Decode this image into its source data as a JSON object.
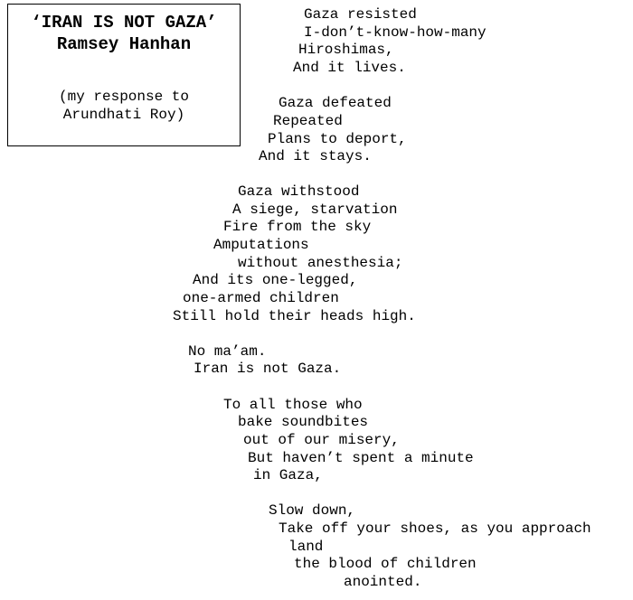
{
  "title_box": {
    "title": "‘IRAN IS NOT GAZA’",
    "author": "Ramsey Hanhan",
    "subtitle_line1": "(my response to",
    "subtitle_line2": "Arundhati Roy)"
  },
  "poem": {
    "lines": [
      "Gaza resisted",
      "I-don’t-know-how-many",
      "Hiroshimas,",
      "And it lives.",
      "Gaza defeated",
      "Repeated",
      "Plans to deport,",
      "And it stays.",
      "Gaza withstood",
      "A siege, starvation",
      "Fire from the sky",
      "Amputations",
      "without anesthesia;",
      "And its one-legged,",
      "one-armed children",
      "Still hold their heads high.",
      "No ma’am.",
      "Iran is not Gaza.",
      "To all those who",
      "bake soundbites",
      "out of our misery,",
      "But haven’t spent a minute",
      "in Gaza,",
      "Slow down,",
      "Take off your shoes, as you approach",
      "land",
      "the blood of children",
      "anointed."
    ]
  }
}
